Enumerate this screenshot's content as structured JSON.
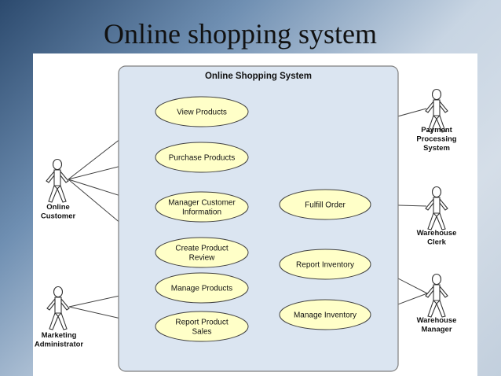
{
  "slide": {
    "title": "Online shopping system"
  },
  "diagram": {
    "system_title": "Online Shopping System",
    "actors": [
      {
        "id": "online-customer",
        "lines": [
          "Online",
          "Customer"
        ]
      },
      {
        "id": "marketing-administrator",
        "lines": [
          "Marketing",
          "Administrator"
        ]
      },
      {
        "id": "payment-processing-system",
        "lines": [
          "Payment",
          "Processing",
          "System"
        ]
      },
      {
        "id": "warehouse-clerk",
        "lines": [
          "Warehouse",
          "Clerk"
        ]
      },
      {
        "id": "warehouse-manager",
        "lines": [
          "Warehouse",
          "Manager"
        ]
      }
    ],
    "use_cases": [
      {
        "id": "view-products",
        "lines": [
          "View Products"
        ]
      },
      {
        "id": "purchase-products",
        "lines": [
          "Purchase Products"
        ]
      },
      {
        "id": "manager-customer-information",
        "lines": [
          "Manager Customer",
          "Information"
        ]
      },
      {
        "id": "create-product-review",
        "lines": [
          "Create Product",
          "Review"
        ]
      },
      {
        "id": "manage-products",
        "lines": [
          "Manage Products"
        ]
      },
      {
        "id": "report-product-sales",
        "lines": [
          "Report Product",
          "Sales"
        ]
      },
      {
        "id": "fulfill-order",
        "lines": [
          "Fulfill Order"
        ]
      },
      {
        "id": "report-inventory",
        "lines": [
          "Report Inventory"
        ]
      },
      {
        "id": "manage-inventory",
        "lines": [
          "Manage Inventory"
        ]
      }
    ],
    "associations": [
      [
        "online-customer",
        "view-products"
      ],
      [
        "online-customer",
        "purchase-products"
      ],
      [
        "online-customer",
        "manager-customer-information"
      ],
      [
        "online-customer",
        "create-product-review"
      ],
      [
        "marketing-administrator",
        "manage-products"
      ],
      [
        "marketing-administrator",
        "report-product-sales"
      ],
      [
        "purchase-products",
        "payment-processing-system"
      ],
      [
        "fulfill-order",
        "warehouse-clerk"
      ],
      [
        "report-inventory",
        "warehouse-manager"
      ],
      [
        "manage-inventory",
        "warehouse-manager"
      ]
    ],
    "colors": {
      "system_fill": "#dbe5f1",
      "system_stroke": "#7f7f7f",
      "use_case_fill": "#ffffc8",
      "use_case_stroke": "#404040",
      "line": "#404040",
      "actor_stroke": "#333333",
      "actor_fill": "#ffffff"
    }
  }
}
